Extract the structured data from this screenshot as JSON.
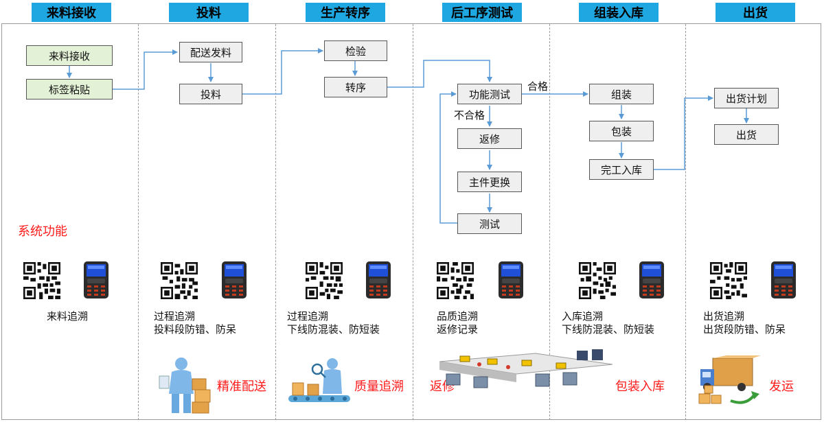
{
  "stages": [
    {
      "title": "来料接收"
    },
    {
      "title": "投料"
    },
    {
      "title": "生产转序"
    },
    {
      "title": "后工序测试"
    },
    {
      "title": "组装入库"
    },
    {
      "title": "出货"
    }
  ],
  "process": {
    "receive": {
      "step1": "来料接收",
      "step2": "标签粘贴"
    },
    "feed": {
      "step1": "配送发料",
      "step2": "投料"
    },
    "transfer": {
      "step1": "检验",
      "step2": "转序"
    },
    "test": {
      "step1": "功能测试",
      "step2": "返修",
      "step3": "主件更换",
      "step4": "测试",
      "pass_label": "合格",
      "fail_label": "不合格"
    },
    "assembly": {
      "step1": "组装",
      "step2": "包装",
      "step3": "完工入库"
    },
    "shipping": {
      "step1": "出货计划",
      "step2": "出货"
    }
  },
  "system": {
    "title": "系统功能",
    "functions": [
      {
        "line1": "来料追溯",
        "line2": ""
      },
      {
        "line1": "过程追溯",
        "line2": "投料段防错、防呆"
      },
      {
        "line1": "过程追溯",
        "line2": "下线防混装、防短装"
      },
      {
        "line1": "品质追溯",
        "line2": "返修记录"
      },
      {
        "line1": "入库追溯",
        "line2": "下线防混装、防短装"
      },
      {
        "line1": "出货追溯",
        "line2": "出货段防错、防呆"
      }
    ]
  },
  "highlights": [
    {
      "label": "精准配送"
    },
    {
      "label": "质量追溯"
    },
    {
      "label": "返修"
    },
    {
      "label": "包装入库"
    },
    {
      "label": "发运"
    }
  ],
  "colors": {
    "header": "#1ea7e1",
    "arrow": "#5b9bd5",
    "highlight": "#ff1a1a",
    "green_box": "#e3f1d6",
    "gray_box": "#efefef"
  }
}
